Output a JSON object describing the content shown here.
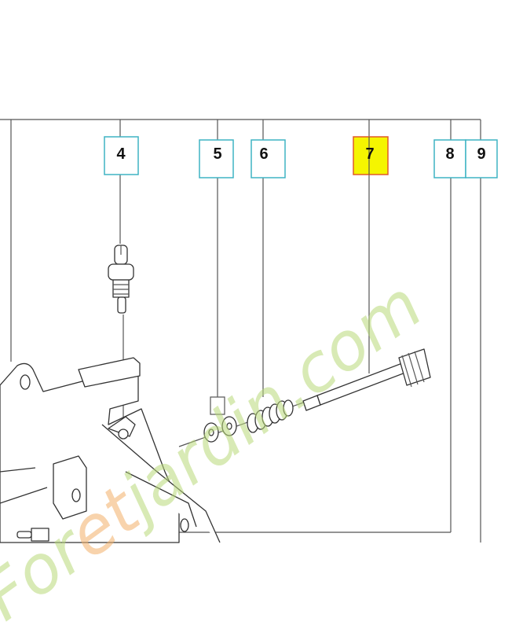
{
  "diagram": {
    "callouts": [
      {
        "id": "4",
        "label": "4",
        "highlighted": false
      },
      {
        "id": "5",
        "label": "5",
        "highlighted": false
      },
      {
        "id": "6",
        "label": "6",
        "highlighted": false
      },
      {
        "id": "7",
        "label": "7",
        "highlighted": true
      },
      {
        "id": "8",
        "label": "8",
        "highlighted": false
      },
      {
        "id": "9",
        "label": "9",
        "highlighted": false
      }
    ],
    "colors": {
      "callout_border": "#3fb4c4",
      "highlight_fill": "#f5f500",
      "highlight_border": "#e05a2a",
      "line": "#555555",
      "watermark_green": "#b9d97a",
      "watermark_orange": "#f3b06a"
    }
  },
  "watermark": {
    "text_before": "For",
    "text_accent": "et",
    "text_after": "jardin.com"
  }
}
